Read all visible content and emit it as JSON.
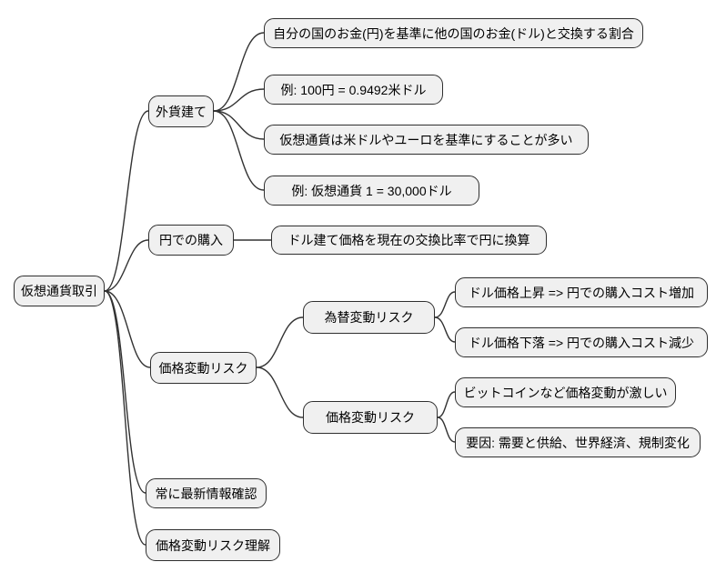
{
  "diagram": {
    "type": "mindmap",
    "background_color": "#ffffff",
    "node_fill_color": "#f0f0f0",
    "node_border_color": "#2f2f2f",
    "edge_color": "#333333",
    "text_color": "#000000",
    "root": {
      "label": "仮想通貨取引",
      "children": [
        {
          "label": "外貨建て",
          "children": [
            {
              "label": "自分の国のお金(円)を基準に他の国のお金(ドル)と交換する割合"
            },
            {
              "label": "例: 100円 = 0.9492米ドル"
            },
            {
              "label": "仮想通貨は米ドルやユーロを基準にすることが多い"
            },
            {
              "label": "例: 仮想通貨 1 = 30,000ドル"
            }
          ]
        },
        {
          "label": "円での購入",
          "children": [
            {
              "label": "ドル建て価格を現在の交換比率で円に換算"
            }
          ]
        },
        {
          "label": "価格変動リスク",
          "children": [
            {
              "label": "為替変動リスク",
              "children": [
                {
                  "label": "ドル価格上昇 => 円での購入コスト増加"
                },
                {
                  "label": "ドル価格下落 => 円での購入コスト減少"
                }
              ]
            },
            {
              "label": "価格変動リスク",
              "children": [
                {
                  "label": "ビットコインなど価格変動が激しい"
                },
                {
                  "label": "要因: 需要と供給、世界経済、規制変化"
                }
              ]
            }
          ]
        },
        {
          "label": "常に最新情報確認"
        },
        {
          "label": "価格変動リスク理解"
        }
      ]
    }
  }
}
